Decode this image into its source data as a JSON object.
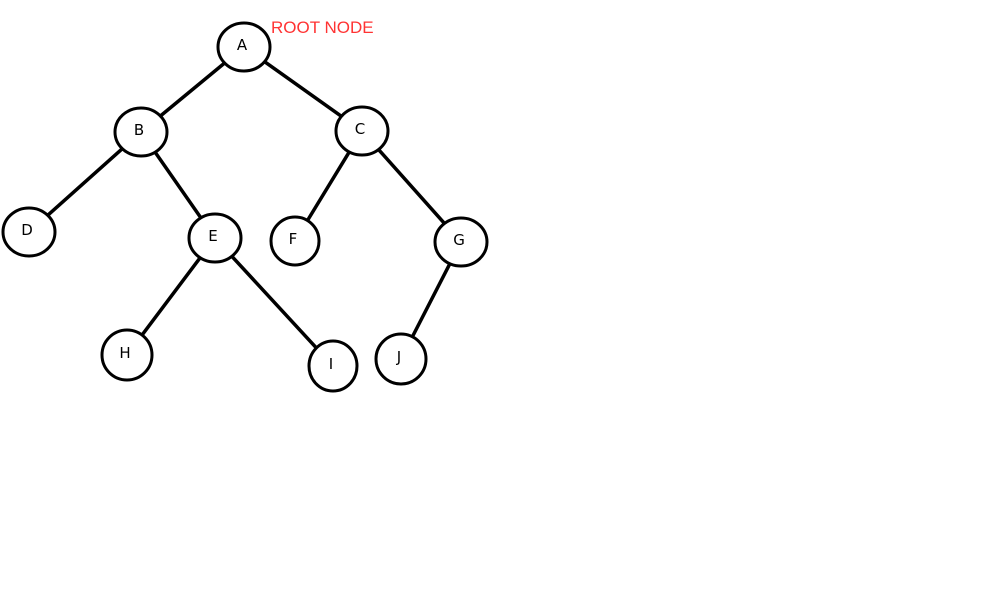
{
  "root_annotation": "ROOT NODE",
  "colors": {
    "root_annotation": "#ff3333",
    "stroke": "#000000",
    "background": "#ffffff"
  },
  "tree": {
    "nodes": [
      "A",
      "B",
      "C",
      "D",
      "E",
      "F",
      "G",
      "H",
      "I",
      "J"
    ],
    "edges": [
      [
        "A",
        "B"
      ],
      [
        "A",
        "C"
      ],
      [
        "B",
        "D"
      ],
      [
        "B",
        "E"
      ],
      [
        "C",
        "F"
      ],
      [
        "C",
        "G"
      ],
      [
        "E",
        "H"
      ],
      [
        "E",
        "I"
      ],
      [
        "G",
        "J"
      ]
    ],
    "root": "A"
  }
}
